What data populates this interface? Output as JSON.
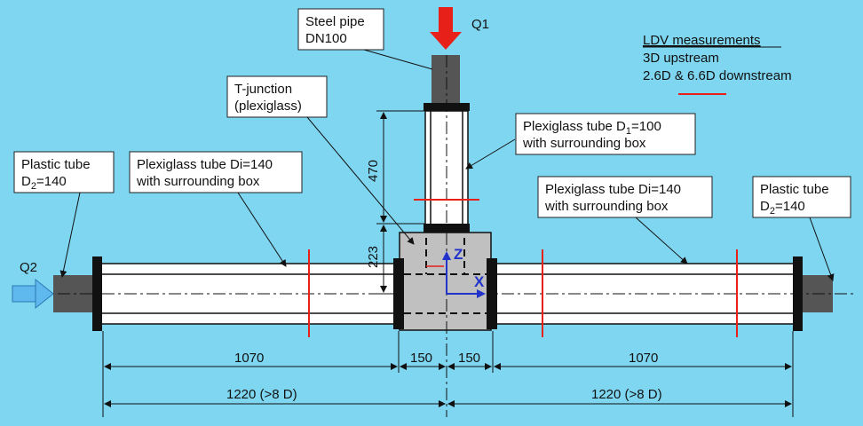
{
  "flows": {
    "q1": "Q1",
    "q2": "Q2"
  },
  "legend": {
    "title": "LDV measurements",
    "line1": "3D upstream",
    "line2": "2.6D & 6.6D downstream",
    "marker_color": "#e8201a"
  },
  "labels": {
    "steel_pipe": [
      "Steel pipe",
      "DN100"
    ],
    "t_junction": [
      "T-junction",
      "(plexiglass)"
    ],
    "plexi_vertical": {
      "line1_pre": "Plexiglass tube D",
      "line1_sub": "1",
      "line1_post": "=100",
      "line2": "with surrounding box"
    },
    "plexi_left": [
      "Plexiglass tube Di=140",
      "with surrounding box"
    ],
    "plexi_right": [
      "Plexiglass tube Di=140",
      "with surrounding box"
    ],
    "plastic_left": {
      "line1": "Plastic tube",
      "line2_pre": "D",
      "line2_sub": "2",
      "line2_post": "=140"
    },
    "plastic_right": {
      "line1": "Plastic tube",
      "line2_pre": "D",
      "line2_sub": "2",
      "line2_post": "=140"
    }
  },
  "axes": {
    "z": "Z",
    "x": "X"
  },
  "dimensions": {
    "vertical_upper": "470",
    "vertical_lower": "223",
    "left_1070": "1070",
    "left_150": "150",
    "right_150": "150",
    "right_1070": "1070",
    "left_1220": "1220 (>8 D)",
    "right_1220": "1220 (>8 D)"
  },
  "colors": {
    "background": "#7fd6f1",
    "pipe_dark": "#555555",
    "tube_fill": "#ffffff",
    "junction_fill": "#c0c0c0",
    "measurement_red": "#e8201a",
    "axis_blue": "#2233cc",
    "inflow_arrow": "#5fb8ee"
  }
}
